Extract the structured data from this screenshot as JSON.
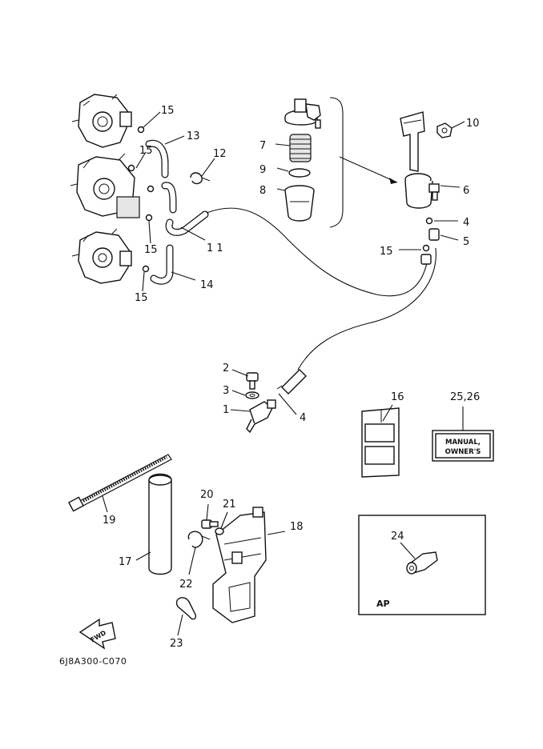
{
  "callouts": {
    "c1": "1",
    "c2": "2",
    "c3": "3",
    "c4a": "4",
    "c4b": "4",
    "c5": "5",
    "c6": "6",
    "c7": "7",
    "c8": "8",
    "c9": "9",
    "c10": "10",
    "c11": "1 1",
    "c12": "12",
    "c13": "13",
    "c14": "14",
    "c15a": "15",
    "c15b": "15",
    "c15c": "15",
    "c15d": "15",
    "c15e": "15",
    "c16": "16",
    "c17": "17",
    "c18": "18",
    "c19": "19",
    "c20": "20",
    "c21": "21",
    "c22": "22",
    "c23": "23",
    "c24": "24",
    "c2526": "25,26"
  },
  "manual_label": {
    "line1": "MANUAL,",
    "line2": "OWNER'S"
  },
  "fwd_label": "FWD",
  "ap_label": "AP",
  "diagram_code": "6J8A300-C070"
}
